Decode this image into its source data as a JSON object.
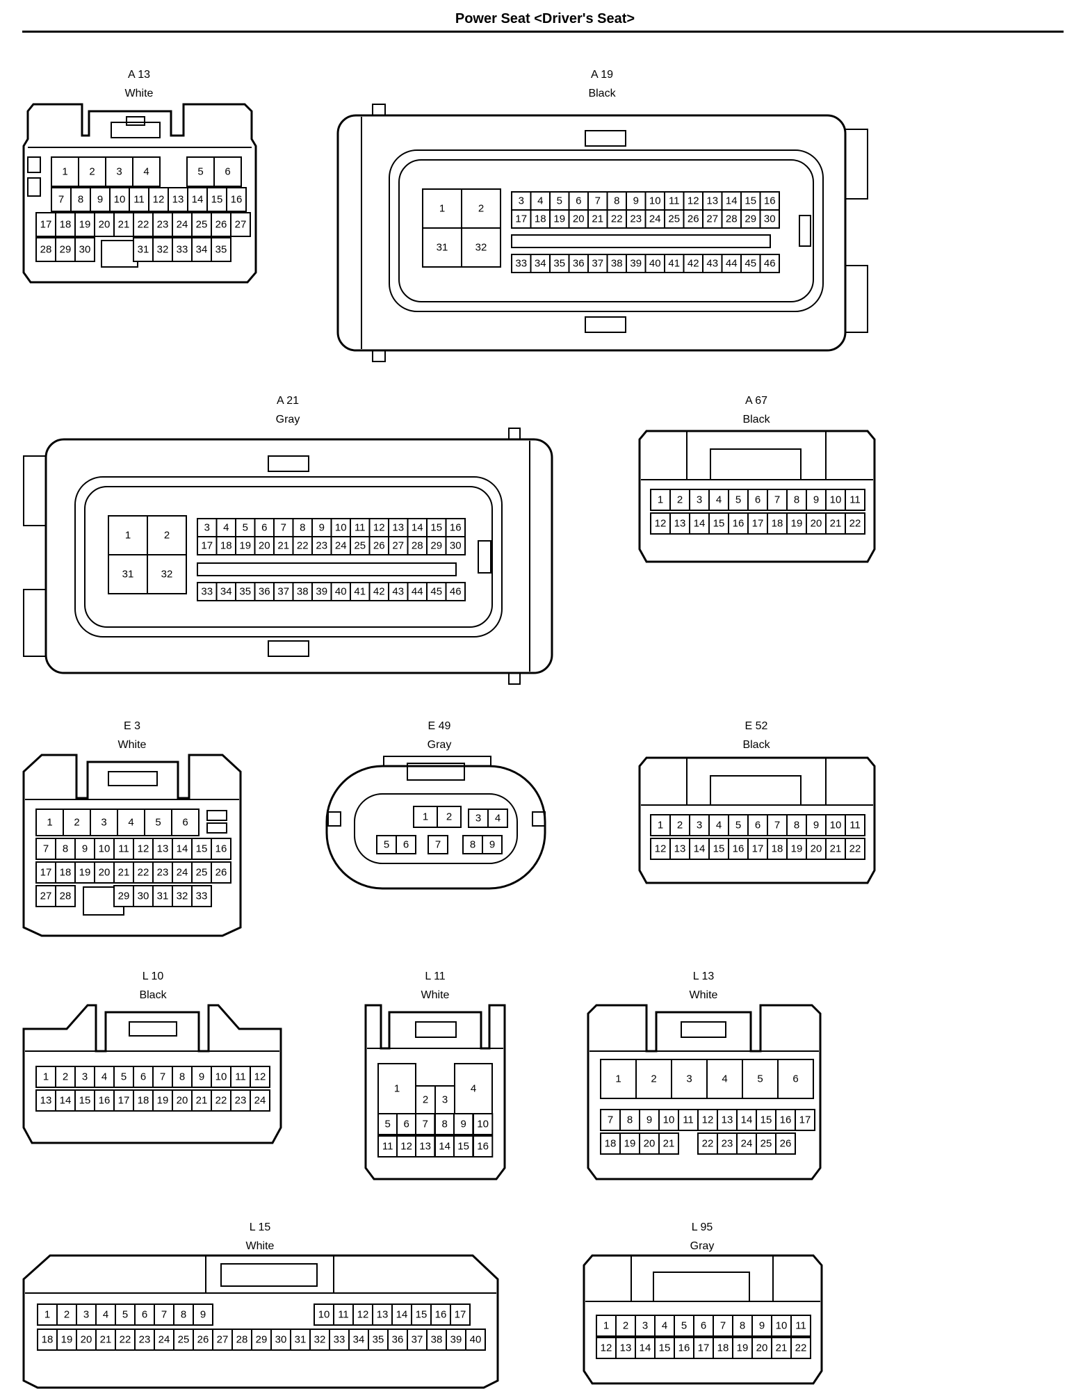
{
  "page": {
    "title": "Power Seat <Driver's Seat>"
  },
  "connectors": [
    {
      "id": "A 13",
      "color": "White",
      "rows": [
        [
          1,
          2,
          3,
          4,
          null,
          5,
          6
        ],
        [
          7,
          8,
          9,
          10,
          11,
          12,
          13,
          14,
          15,
          16
        ],
        [
          17,
          18,
          19,
          20,
          21,
          22,
          23,
          24,
          25,
          26,
          27
        ],
        [
          28,
          29,
          30,
          null,
          null,
          31,
          32,
          33,
          34,
          35
        ]
      ]
    },
    {
      "id": "A 19",
      "color": "Black",
      "big_pins": [
        1,
        2,
        31,
        32
      ],
      "rows": [
        [
          3,
          4,
          5,
          6,
          7,
          8,
          9,
          10,
          11,
          12,
          13,
          14,
          15,
          16
        ],
        [
          17,
          18,
          19,
          20,
          21,
          22,
          23,
          24,
          25,
          26,
          27,
          28,
          29,
          30
        ],
        [
          33,
          34,
          35,
          36,
          37,
          38,
          39,
          40,
          41,
          42,
          43,
          44,
          45,
          46
        ]
      ]
    },
    {
      "id": "A 21",
      "color": "Gray",
      "big_pins": [
        1,
        2,
        31,
        32
      ],
      "rows": [
        [
          3,
          4,
          5,
          6,
          7,
          8,
          9,
          10,
          11,
          12,
          13,
          14,
          15,
          16
        ],
        [
          17,
          18,
          19,
          20,
          21,
          22,
          23,
          24,
          25,
          26,
          27,
          28,
          29,
          30
        ],
        [
          33,
          34,
          35,
          36,
          37,
          38,
          39,
          40,
          41,
          42,
          43,
          44,
          45,
          46
        ]
      ]
    },
    {
      "id": "A 67",
      "color": "Black",
      "rows": [
        [
          1,
          2,
          3,
          4,
          5,
          6,
          7,
          8,
          9,
          10,
          11
        ],
        [
          12,
          13,
          14,
          15,
          16,
          17,
          18,
          19,
          20,
          21,
          22
        ]
      ]
    },
    {
      "id": "E 3",
      "color": "White",
      "rows": [
        [
          1,
          2,
          3,
          4,
          5,
          6
        ],
        [
          7,
          8,
          9,
          10,
          11,
          12,
          13,
          14,
          15,
          16
        ],
        [
          17,
          18,
          19,
          20,
          21,
          22,
          23,
          24,
          25,
          26
        ],
        [
          27,
          28,
          null,
          null,
          29,
          30,
          31,
          32,
          33
        ]
      ]
    },
    {
      "id": "E 49",
      "color": "Gray",
      "rows": [
        [
          1,
          2,
          3,
          4
        ],
        [
          5,
          6,
          7,
          8,
          9
        ]
      ]
    },
    {
      "id": "E 52",
      "color": "Black",
      "rows": [
        [
          1,
          2,
          3,
          4,
          5,
          6,
          7,
          8,
          9,
          10,
          11
        ],
        [
          12,
          13,
          14,
          15,
          16,
          17,
          18,
          19,
          20,
          21,
          22
        ]
      ]
    },
    {
      "id": "L 10",
      "color": "Black",
      "rows": [
        [
          1,
          2,
          3,
          4,
          5,
          6,
          7,
          8,
          9,
          10,
          11,
          12
        ],
        [
          13,
          14,
          15,
          16,
          17,
          18,
          19,
          20,
          21,
          22,
          23,
          24
        ]
      ]
    },
    {
      "id": "L 11",
      "color": "White",
      "rows": [
        [
          1,
          2,
          3,
          4
        ],
        [
          5,
          6,
          7,
          8,
          9,
          10
        ],
        [
          11,
          12,
          13,
          14,
          15,
          16
        ]
      ]
    },
    {
      "id": "L 13",
      "color": "White",
      "rows": [
        [
          1,
          2,
          3,
          4,
          5,
          6
        ],
        [
          7,
          8,
          9,
          10,
          11,
          12,
          13,
          14,
          15,
          16,
          17
        ],
        [
          18,
          19,
          20,
          21,
          null,
          22,
          23,
          24,
          25,
          26
        ]
      ]
    },
    {
      "id": "L 15",
      "color": "White",
      "rows": [
        [
          1,
          2,
          3,
          4,
          5,
          6,
          7,
          8,
          9,
          10,
          11,
          12,
          13,
          14,
          15,
          16,
          17
        ],
        [
          18,
          19,
          20,
          21,
          22,
          23,
          24,
          25,
          26,
          27,
          28,
          29,
          30,
          31,
          32,
          33,
          34,
          35,
          36,
          37,
          38,
          39,
          40
        ]
      ]
    },
    {
      "id": "L 95",
      "color": "Gray",
      "rows": [
        [
          1,
          2,
          3,
          4,
          5,
          6,
          7,
          8,
          9,
          10,
          11
        ],
        [
          12,
          13,
          14,
          15,
          16,
          17,
          18,
          19,
          20,
          21,
          22
        ]
      ]
    }
  ]
}
